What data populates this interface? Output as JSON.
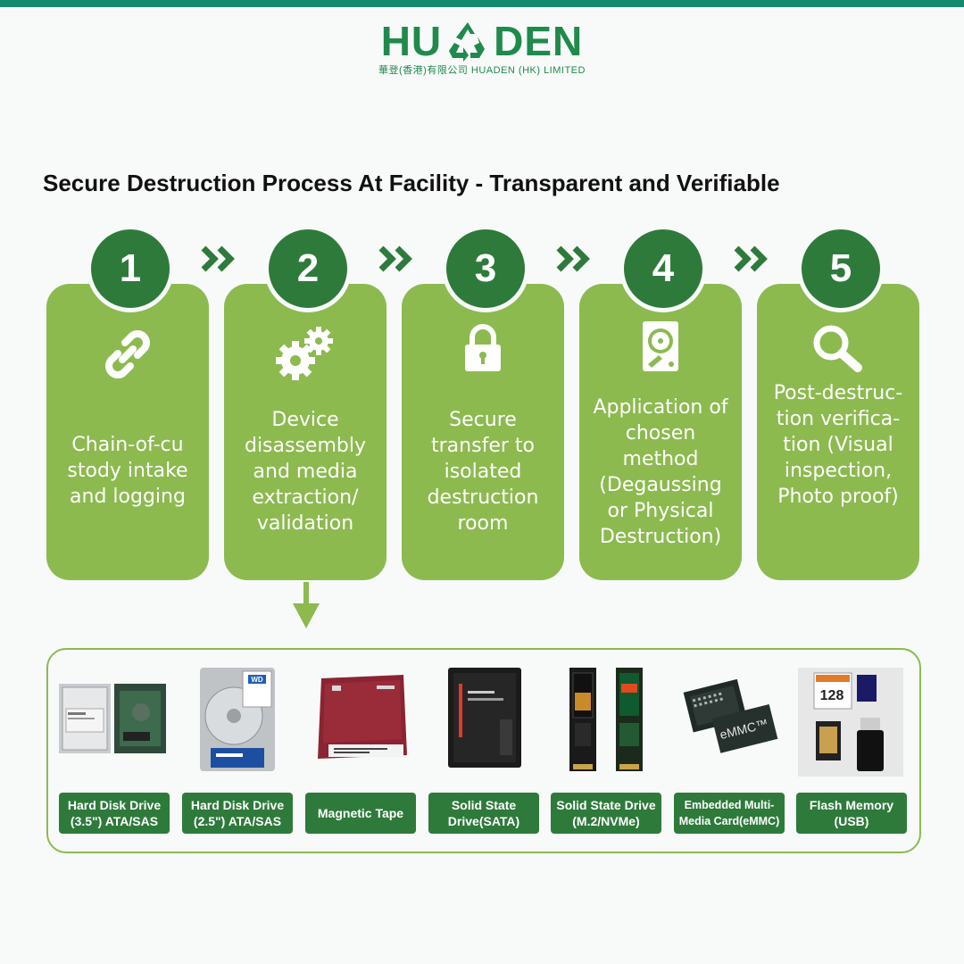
{
  "brand": {
    "name_left": "HU",
    "name_right": "DEN",
    "subtitle": "華登(香港)有限公司 HUADEN (HK) LIMITED",
    "icon": "recycle-icon",
    "color": "#1f8a4c"
  },
  "headline": "Secure Destruction Process At Facility - Transparent and Verifiable",
  "colors": {
    "accent": "#138a6e",
    "card": "#8cba4f",
    "badge": "#2e7a3b"
  },
  "steps": [
    {
      "number": "1",
      "icon": "link-icon",
      "text": "Chain-of-cu\nstody intake\nand logging"
    },
    {
      "number": "2",
      "icon": "gears-icon",
      "text": "Device\ndisassembly\nand media\nextraction/\nvalidation"
    },
    {
      "number": "3",
      "icon": "lock-icon",
      "text": "Secure\ntransfer to\nisolated\ndestruction\nroom"
    },
    {
      "number": "4",
      "icon": "hard-drive-icon",
      "text": "Application of\nchosen\nmethod\n(Degaussing\nor Physical\nDestruction)"
    },
    {
      "number": "5",
      "icon": "magnifier-icon",
      "text": "Post-destruc-\ntion verifica-\ntion (Visual\ninspection,\nPhoto proof)"
    }
  ],
  "devices": [
    {
      "label": "Hard Disk Drive\n(3.5\") ATA/SAS"
    },
    {
      "label": "Hard Disk Drive\n(2.5\") ATA/SAS",
      "brand_text": "WD"
    },
    {
      "label": "Magnetic Tape"
    },
    {
      "label": "Solid State\nDrive(SATA)"
    },
    {
      "label": "Solid State Drive\n(M.2/NVMe)"
    },
    {
      "label": "Embedded Multi-\nMedia Card(eMMC)",
      "chip_text": "eMMC™"
    },
    {
      "label": "Flash Memory\n(USB)",
      "card_text": "128"
    }
  ]
}
